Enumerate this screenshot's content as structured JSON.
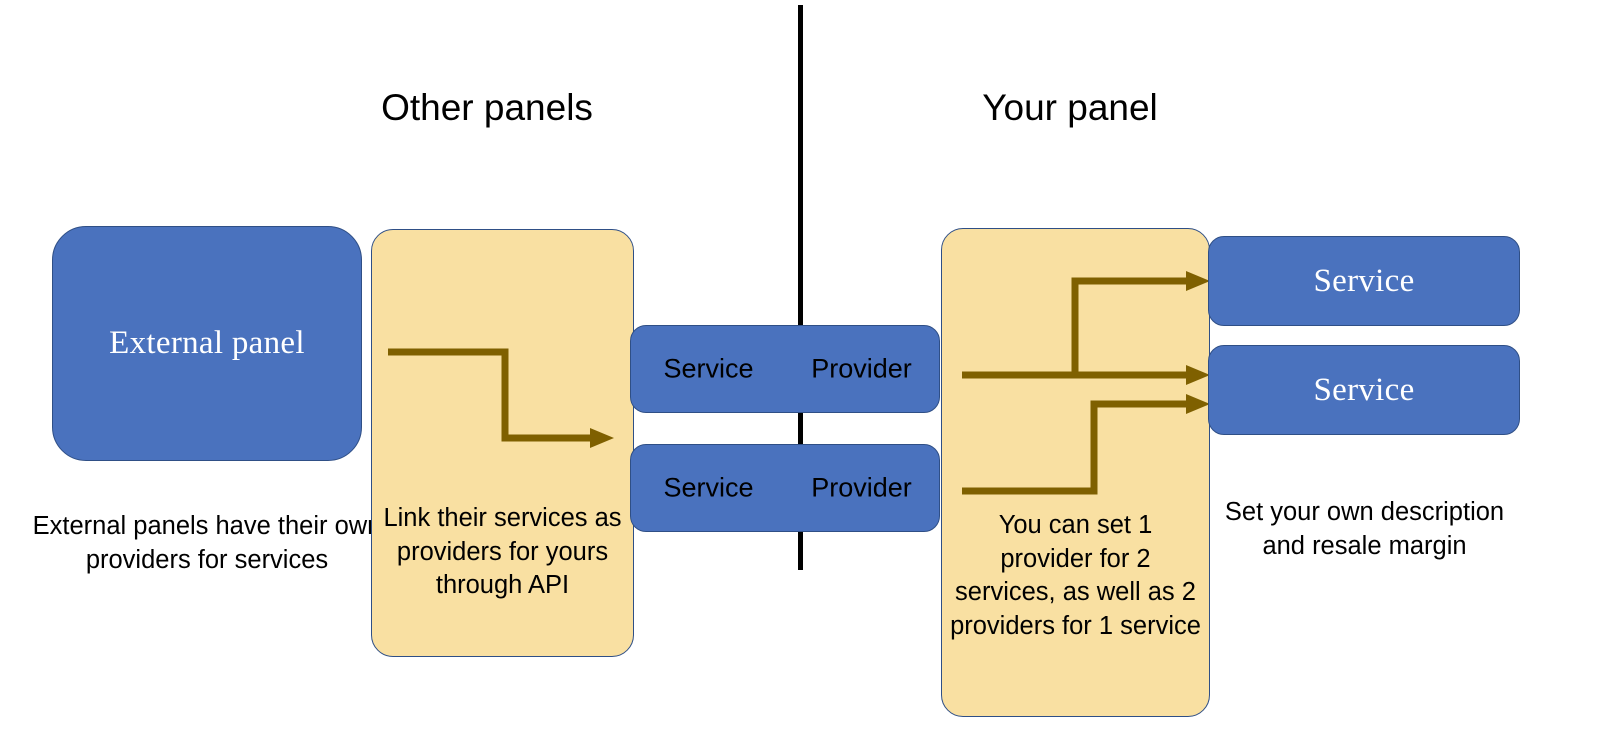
{
  "diagram": {
    "title_left": "Other panels",
    "title_right": "Your panel",
    "divider": {
      "name": "vertical-separator",
      "color": "#000000"
    }
  },
  "colors": {
    "blue_fill": "#4A72BE",
    "blue_border": "#2F4F86",
    "yellow_fill": "#F9E0A2",
    "yellow_border": "#2F4F86",
    "arrow": "#7F6000",
    "text_dark": "#000000",
    "text_light": "#FFFFFF"
  },
  "left_section": {
    "external_panel": {
      "label": "External panel",
      "caption": "External panels have their own providers for services"
    },
    "link_panel": {
      "caption": "Link their services as providers for yours through API",
      "arrow_name": "z-link-arrow"
    }
  },
  "middle_section": {
    "rows": [
      {
        "service": "Service",
        "provider": "Provider"
      },
      {
        "service": "Service",
        "provider": "Provider"
      }
    ]
  },
  "right_section": {
    "mapping_panel": {
      "caption": "You can set 1 provider for 2 services, as well as 2 providers for 1 service",
      "arrow_name": "provider-service-mapping-arrows"
    },
    "services": [
      {
        "label": "Service"
      },
      {
        "label": "Service"
      }
    ],
    "caption": "Set your own description and resale margin"
  }
}
